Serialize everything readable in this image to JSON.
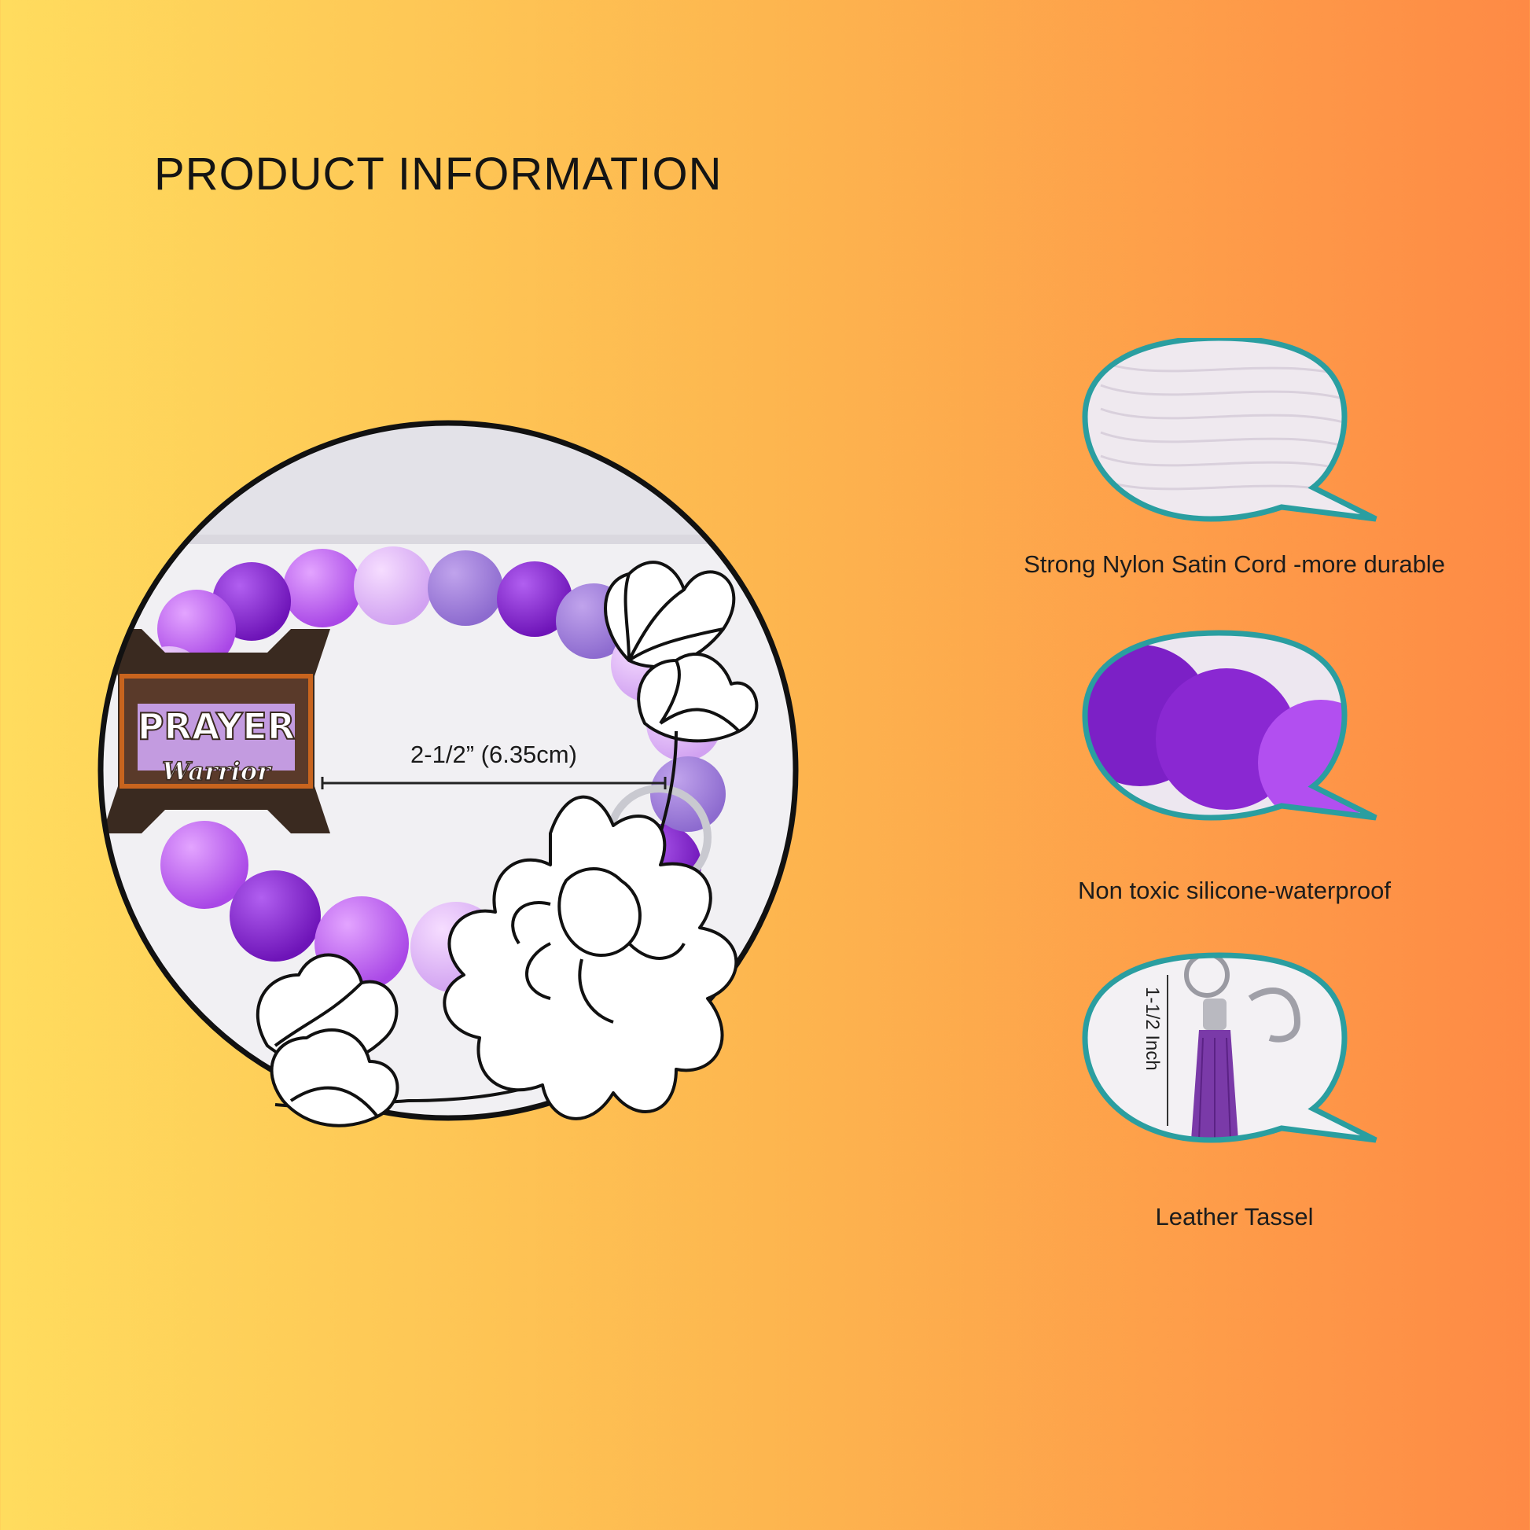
{
  "page": {
    "title": "PRODUCT INFORMATION",
    "colors": {
      "gradient_start": "#ffdc5e",
      "gradient_end": "#fe8a45",
      "bubble_border": "#2a9ea0"
    }
  },
  "main_image": {
    "badge_line1": "PRAYER",
    "badge_line2": "Warrior",
    "measurement": "2-1/2” (6.35cm)"
  },
  "features": [
    {
      "caption": "Strong Nylon Satin Cord -more durable",
      "icon": "satin-cord-spool"
    },
    {
      "caption": "Non toxic silicone-waterproof",
      "icon": "silicone-beads"
    },
    {
      "caption": "Leather Tassel",
      "icon": "leather-tassel",
      "measurement": "1-1/2 Inch"
    }
  ]
}
